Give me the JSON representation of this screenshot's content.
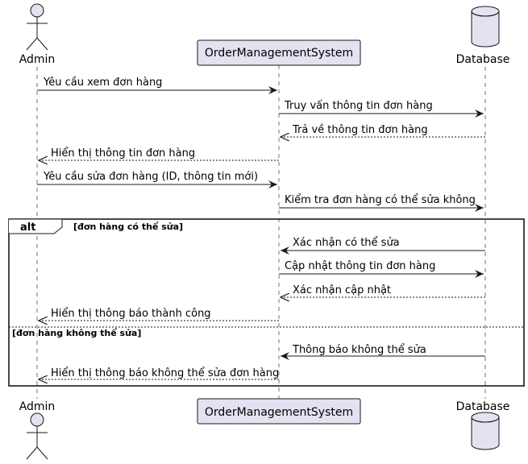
{
  "participants": {
    "admin": "Admin",
    "system": "OrderManagementSystem",
    "database": "Database"
  },
  "messages": [
    "Yêu cầu xem đơn hàng",
    "Truy vấn thông tin đơn hàng",
    "Trả về thông tin đơn hàng",
    "Hiển thị thông tin đơn hàng",
    "Yêu cầu sửa đơn hàng (ID, thông tin mới)",
    "Kiểm tra đơn hàng có thể sửa không",
    "Xác nhận có thể sửa",
    "Cập nhật thông tin đơn hàng",
    "Xác nhận cập nhật",
    "Hiển thị thông báo thành công",
    "Thông báo không thể sửa",
    "Hiển thị thông báo không thể sửa đơn hàng"
  ],
  "alt": {
    "keyword": "alt",
    "guard1": "[đơn hàng có thể sửa]",
    "guard2": "[đơn hàng không thể sửa]"
  },
  "colors": {
    "participant_fill": "#E2E2F0",
    "participant_border": "#181818",
    "lifeline": "#181818"
  }
}
